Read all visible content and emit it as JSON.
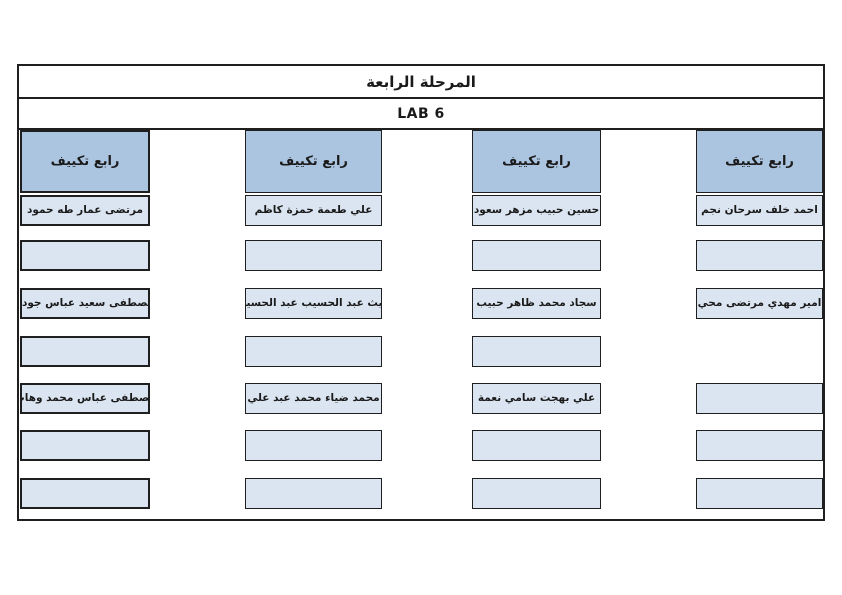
{
  "header": {
    "title": "المرحلة الرابعة",
    "lab": "LAB 6"
  },
  "group_label": "رابع تكييف",
  "columns": [
    {
      "header": "رابع تكييف",
      "cells": [
        "مرتضى عمار طه حمود",
        "",
        "مصطفى سعيد عباس جودة",
        "",
        "مصطفى عباس محمد وهاب",
        "",
        ""
      ]
    },
    {
      "header": "رابع تكييف",
      "cells": [
        "علي طعمة حمزة كاظم",
        "",
        "غيث عبد الحسيب عبد الحسين",
        "",
        "محمد ضياء محمد عبد علي",
        "",
        ""
      ]
    },
    {
      "header": "رابع تكييف",
      "cells": [
        "حسين حبيب مزهر سعود",
        "",
        "سجاد محمد ظاهر حبيب",
        "",
        "علي بهجت سامي نعمة",
        "",
        ""
      ]
    },
    {
      "header": "رابع تكييف",
      "cells": [
        "احمد خلف سرحان نجم",
        "",
        "امير مهدي مرتضى محي",
        null,
        "",
        "",
        ""
      ]
    }
  ],
  "colors": {
    "header_fill": "#abc5e1",
    "cell_fill": "#dbe5f1",
    "border": "#1f1f1f",
    "text": "#1a1a1a"
  }
}
